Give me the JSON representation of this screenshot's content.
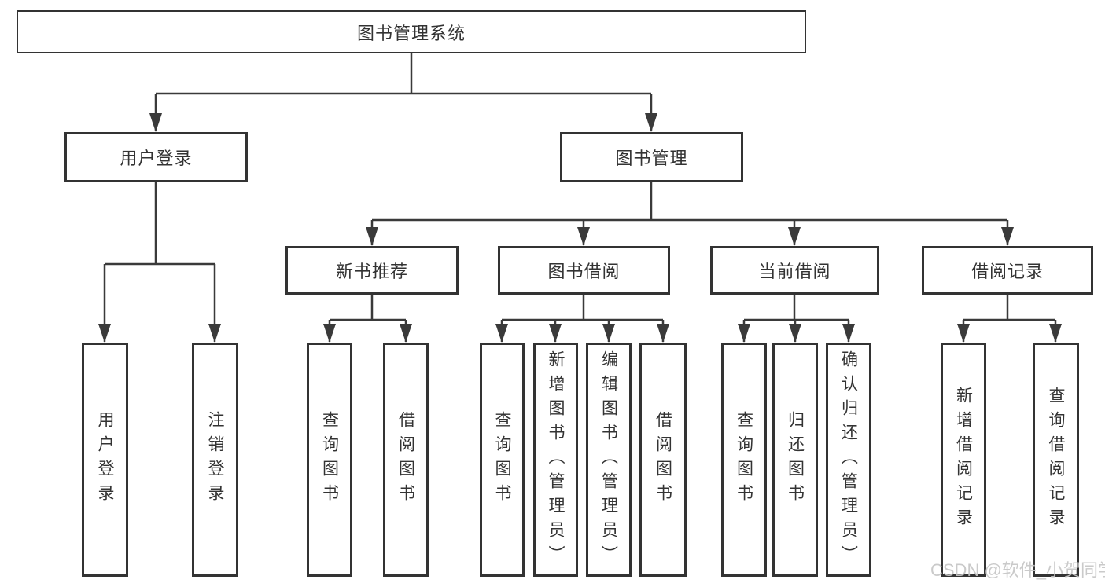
{
  "colors": {
    "background": "#ffffff",
    "box_border": "#333333",
    "connector_line": "#3a3a3a",
    "text": "#333333",
    "watermark_text": "#c5c5c5"
  },
  "tree": {
    "root": "图书管理系统",
    "user_login": {
      "label": "用户登录",
      "children": [
        "用户登录",
        "注销登录"
      ]
    },
    "book_management": {
      "label": "图书管理",
      "sections": {
        "new_book_recommend": {
          "label": "新书推荐",
          "children": [
            "查询图书",
            "借阅图书"
          ]
        },
        "book_borrow": {
          "label": "图书借阅",
          "children": [
            "查询图书",
            "新增图书（管理员）",
            "编辑图书（管理员）",
            "借阅图书"
          ]
        },
        "current_borrow": {
          "label": "当前借阅",
          "children": [
            "查询图书",
            "归还图书",
            "确认归还（管理员）"
          ]
        },
        "borrow_record": {
          "label": "借阅记录",
          "children": [
            "新增借阅记录",
            "查询借阅记录"
          ]
        }
      }
    }
  },
  "watermark": "CSDN @软件_小贺同学"
}
